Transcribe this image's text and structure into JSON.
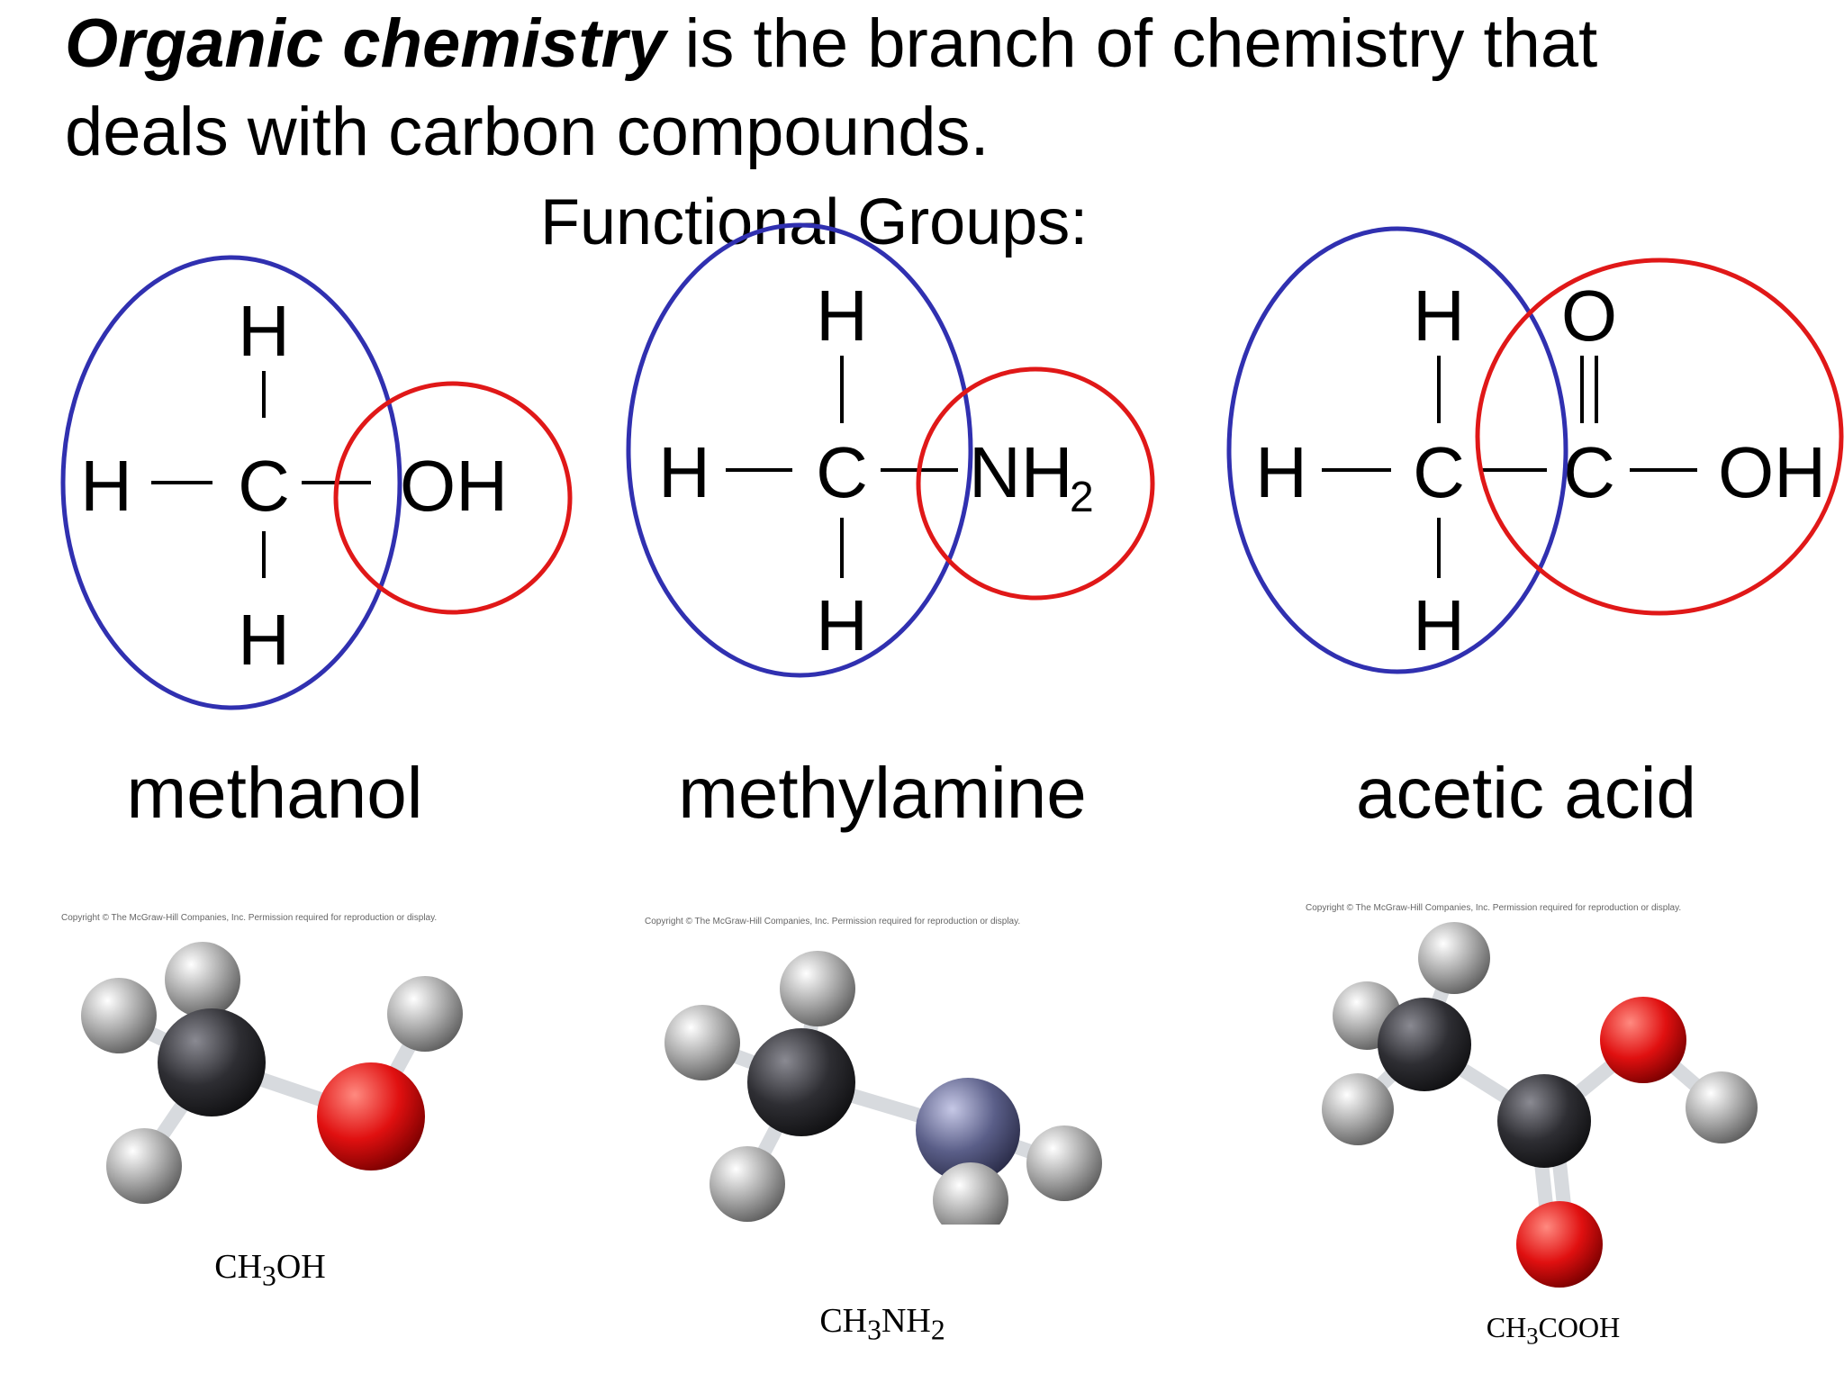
{
  "intro": {
    "emphasis": "Organic chemistry",
    "rest_line1": " is the branch of chemistry that",
    "line2": "deals with carbon compounds."
  },
  "functional_groups_title": "Functional Groups:",
  "molecules": [
    {
      "name": "methanol",
      "formula_text": "CH3OH",
      "formula": {
        "a": "CH",
        "sub": "3",
        "b": "OH"
      },
      "copyright": "Copyright © The McGraw-Hill Companies, Inc. Permission required for reproduction or display.",
      "atoms": {
        "H_top": "H",
        "H_left": "H",
        "C": "C",
        "OH": "OH",
        "H_bottom": "H"
      }
    },
    {
      "name": "methylamine",
      "formula_text": "CH3NH2",
      "formula": {
        "a": "CH",
        "sub1": "3",
        "b": "NH",
        "sub2": "2"
      },
      "copyright": "Copyright © The McGraw-Hill Companies, Inc. Permission required for reproduction or display.",
      "atoms": {
        "H_top": "H",
        "H_left": "H",
        "C": "C",
        "N": "NH",
        "N_sub": "2",
        "H_bottom": "H"
      }
    },
    {
      "name": "acetic acid",
      "formula_text": "CH3COOH",
      "formula": {
        "a": "CH",
        "sub": "3",
        "b": "COOH"
      },
      "copyright": "Copyright © The McGraw-Hill Companies, Inc. Permission required for reproduction or display.",
      "atoms": {
        "H_top": "H",
        "O_top": "O",
        "H_left": "H",
        "C1": "C",
        "C2": "C",
        "OH": "OH",
        "H_bottom": "H"
      }
    }
  ],
  "colors": {
    "methyl_circle": "#3030b0",
    "functional_group_circle": "#e01818",
    "carbon_atom": "#2e2e33",
    "hydrogen_atom": "#a8a8a8",
    "oxygen_atom": "#e01010",
    "nitrogen_atom": "#5a5e88"
  }
}
